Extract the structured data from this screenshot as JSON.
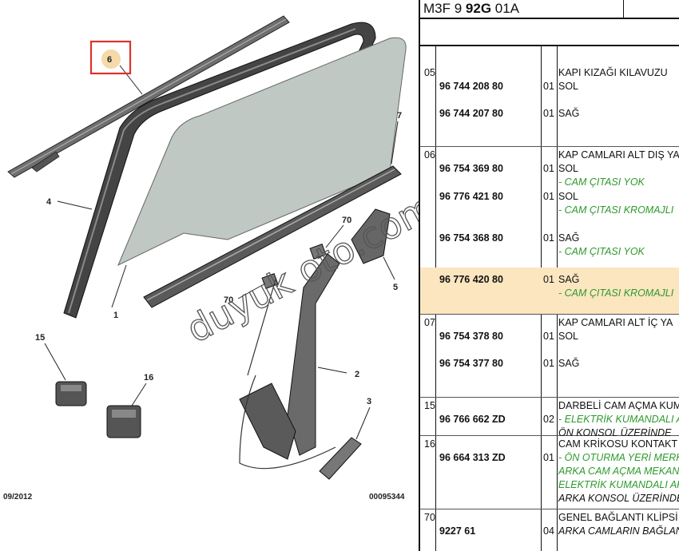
{
  "header": {
    "prefix": "M3F 9 ",
    "bold": "92G",
    "suffix": " 01A"
  },
  "diagram": {
    "callouts": [
      "6",
      "4",
      "1",
      "7",
      "70",
      "70",
      "5",
      "2",
      "3",
      "15",
      "16"
    ],
    "date": "09/2012",
    "code": "00095344",
    "watermark": "duyuk oto.com"
  },
  "colors": {
    "highlight": "#fbe6c0",
    "green_note": "#2e9a2e",
    "callout_box": "#d9342b",
    "callout_circle": "#f5d9a8"
  },
  "rows": [
    {
      "group": "05",
      "lines": [
        {
          "part": "",
          "qty": "",
          "desc": "KAPI KIZAĞI KILAVUZU",
          "style": ""
        },
        {
          "part": "96 744 208 80",
          "qty": "01",
          "desc": "SOL",
          "style": ""
        },
        {
          "part": "96 744 207 80",
          "qty": "01",
          "desc": "SAĞ",
          "style": ""
        }
      ]
    },
    {
      "group": "06",
      "lines": [
        {
          "part": "",
          "qty": "",
          "desc": "KAP CAMLARI ALT DIŞ YA",
          "style": ""
        },
        {
          "part": "96 754 369 80",
          "qty": "01",
          "desc": "SOL",
          "style": ""
        },
        {
          "part": "",
          "qty": "",
          "desc": "- CAM ÇITASI YOK",
          "style": "g"
        },
        {
          "part": "96 776 421 80",
          "qty": "01",
          "desc": "SOL",
          "style": ""
        },
        {
          "part": "",
          "qty": "",
          "desc": "- CAM ÇITASI KROMAJLI",
          "style": "g"
        },
        {
          "part": "96 754 368 80",
          "qty": "01",
          "desc": "SAĞ",
          "style": ""
        },
        {
          "part": "",
          "qty": "",
          "desc": "- CAM ÇITASI YOK",
          "style": "g"
        },
        {
          "part": "96 776 420 80",
          "qty": "01",
          "desc": "SAĞ",
          "style": ""
        },
        {
          "part": "",
          "qty": "",
          "desc": "- CAM ÇITASI KROMAJLI",
          "style": "g"
        }
      ]
    },
    {
      "group": "07",
      "lines": [
        {
          "part": "",
          "qty": "",
          "desc": "KAP CAMLARI ALT İÇ YA",
          "style": ""
        },
        {
          "part": "96 754 378 80",
          "qty": "01",
          "desc": "SOL",
          "style": ""
        },
        {
          "part": "96 754 377 80",
          "qty": "01",
          "desc": "SAĞ",
          "style": ""
        }
      ]
    },
    {
      "group": "15",
      "lines": [
        {
          "part": "",
          "qty": "",
          "desc": "DARBELİ CAM AÇMA KUM",
          "style": ""
        },
        {
          "part": "96 766 662 ZD",
          "qty": "02",
          "desc": "- ELEKTRİK KUMANDALI A",
          "style": "g"
        },
        {
          "part": "",
          "qty": "",
          "desc": "ÖN KONSOL ÜZERİNDE",
          "style": "it"
        }
      ]
    },
    {
      "group": "16",
      "lines": [
        {
          "part": "",
          "qty": "",
          "desc": "CAM KRİKOSU KONTAKT",
          "style": ""
        },
        {
          "part": "96 664 313 ZD",
          "qty": "01",
          "desc": "- ÖN OTURMA YERİ MERK",
          "style": "g"
        },
        {
          "part": "",
          "qty": "",
          "desc": "ARKA CAM AÇMA MEKAN",
          "style": "g"
        },
        {
          "part": "",
          "qty": "",
          "desc": "ELEKTRİK KUMANDALI AR",
          "style": "g"
        },
        {
          "part": "",
          "qty": "",
          "desc": "ARKA KONSOL ÜZERİNDE",
          "style": "it"
        }
      ]
    },
    {
      "group": "70",
      "lines": [
        {
          "part": "",
          "qty": "",
          "desc": "GENEL BAĞLANTI KLİPSİ",
          "style": ""
        },
        {
          "part": "9227 61",
          "qty": "04",
          "desc": "ARKA CAMLARIN BAĞLAN",
          "style": "it"
        }
      ]
    }
  ]
}
